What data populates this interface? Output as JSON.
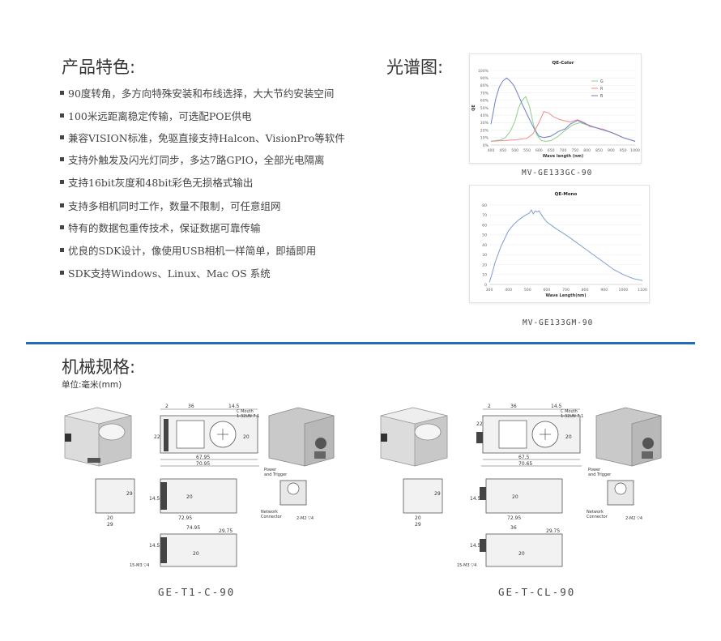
{
  "features": {
    "title": "产品特色:",
    "items": [
      "90度转角，多方向特殊安装和布线选择，大大节约安装空间",
      "100米远距离稳定传输，可选配POE供电",
      "兼容VISION标准，免驱直接支持Halcon、VisionPro等软件",
      "支持外触发及闪光灯同步，多达7路GPIO，全部光电隔离",
      "支持16bit灰度和48bit彩色无损格式输出",
      "支持多相机同时工作，数量不限制，可任意组网",
      "特有的数据包重传技术，保证数据可靠传输",
      "优良的SDK设计，像使用USB相机一样简单，即插即用",
      "SDK支持Windows、Linux、Mac OS 系统"
    ]
  },
  "spectrum": {
    "title": "光谱图:",
    "color_caption": "MV-GE133GC-90",
    "mono_caption": "MV-GE133GM-90"
  },
  "chart_data": [
    {
      "type": "line",
      "title": "QE-Color",
      "xlabel": "Wave length (nm)",
      "ylabel": "QE",
      "xlim": [
        400,
        1000
      ],
      "ylim": [
        0,
        100
      ],
      "x_ticks": [
        "400",
        "450",
        "500",
        "550",
        "600",
        "650",
        "700",
        "750",
        "800",
        "850",
        "900",
        "950",
        "1000"
      ],
      "y_ticks": [
        "0%",
        "10%",
        "20%",
        "30%",
        "40%",
        "50%",
        "60%",
        "70%",
        "80%",
        "90%",
        "100%"
      ],
      "legend_position": "top-right",
      "series": [
        {
          "name": "G",
          "color": "#8fcf86",
          "x": [
            400,
            420,
            440,
            460,
            480,
            500,
            515,
            530,
            545,
            560,
            575,
            590,
            610,
            630,
            650,
            680,
            710,
            740,
            770,
            800,
            830,
            860,
            900,
            950,
            1000
          ],
          "y": [
            5,
            6,
            7,
            10,
            18,
            32,
            50,
            60,
            65,
            52,
            30,
            14,
            6,
            5,
            6,
            12,
            20,
            27,
            30,
            27,
            24,
            21,
            17,
            10,
            5
          ]
        },
        {
          "name": "R",
          "color": "#f08a8a",
          "x": [
            400,
            450,
            500,
            550,
            575,
            600,
            620,
            640,
            660,
            680,
            700,
            730,
            760,
            790,
            810,
            840,
            870,
            900,
            950,
            1000
          ],
          "y": [
            5,
            6,
            7,
            9,
            15,
            30,
            45,
            43,
            38,
            35,
            33,
            31,
            34,
            30,
            25,
            23,
            21,
            17,
            10,
            5
          ]
        },
        {
          "name": "B",
          "color": "#6f7fc8",
          "x": [
            400,
            410,
            420,
            435,
            450,
            465,
            480,
            495,
            510,
            530,
            555,
            580,
            600,
            620,
            650,
            680,
            710,
            730,
            760,
            790,
            820,
            850,
            880,
            910,
            950,
            1000
          ],
          "y": [
            28,
            45,
            62,
            78,
            86,
            90,
            86,
            80,
            70,
            55,
            38,
            22,
            12,
            10,
            12,
            18,
            22,
            28,
            33,
            29,
            25,
            22,
            19,
            16,
            10,
            5
          ]
        }
      ]
    },
    {
      "type": "line",
      "title": "QE-Mono",
      "xlabel": "Wave Length(nm)",
      "ylabel": "",
      "xlim": [
        300,
        1100
      ],
      "ylim": [
        0,
        80
      ],
      "x_ticks": [
        "300",
        "400",
        "500",
        "600",
        "700",
        "800",
        "900",
        "1000",
        "1100"
      ],
      "y_ticks": [
        "0",
        "10",
        "20",
        "30",
        "40",
        "50",
        "60",
        "70",
        "80"
      ],
      "series": [
        {
          "color": "#7d9ed3",
          "x": [
            300,
            310,
            330,
            360,
            400,
            430,
            460,
            490,
            510,
            520,
            530,
            540,
            550,
            560,
            580,
            600,
            650,
            700,
            750,
            800,
            850,
            900,
            950,
            1000,
            1050,
            1100
          ],
          "y": [
            2,
            8,
            22,
            38,
            54,
            61,
            66,
            70,
            72,
            75,
            71,
            74,
            73,
            74,
            68,
            63,
            56,
            50,
            43,
            36,
            29,
            22,
            15,
            10,
            6,
            4
          ]
        }
      ]
    }
  ],
  "mechanical": {
    "title": "机械规格:",
    "unit": "单位:毫米(mm)",
    "model_left": "GE-T1-C-90",
    "model_right": "GE-T-CL-90",
    "dims": {
      "d2": "2",
      "d36": "36",
      "d14_5": "14.5",
      "c_mount": "C Mouth",
      "c_thread": "1-32UN 7.1",
      "d22": "22",
      "d20": "20",
      "d67_95": "67.95",
      "d67_5": "67.5",
      "d70_95": "70.95",
      "d70_65": "70.65",
      "d29": "29",
      "d29_75": "29.75",
      "d74_95": "74.95",
      "d72_95": "72.95",
      "thread_side": "15-M3 ▽4",
      "thread_m2": "2-M2 ▽4",
      "power": "Power",
      "trigger": "and Trigger",
      "network": "Network",
      "connector": "Connector"
    }
  }
}
